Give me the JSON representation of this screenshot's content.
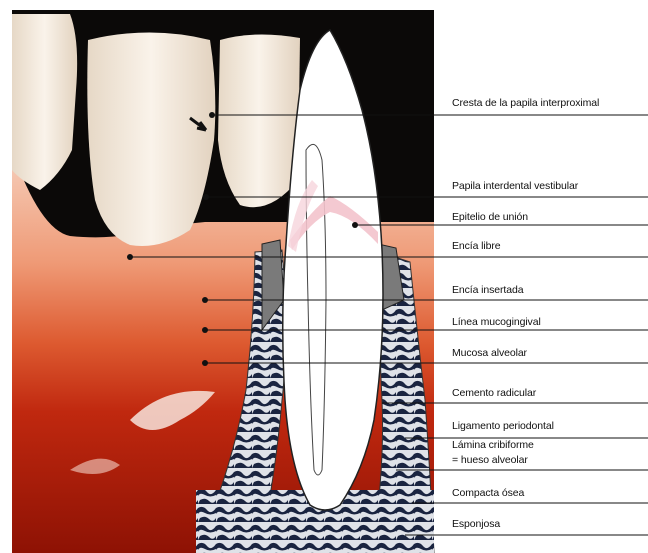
{
  "labels": [
    "Cresta de la papila interproximal",
    "Papila interdental vestibular",
    "Epitelio de unión",
    "Encía libre",
    "Encía insertada",
    "Línea mucogingival",
    "Mucosa alveolar",
    "Cemento radicular",
    "Ligamento periodontal",
    "Lámina cribiforme",
    "= hueso alveolar",
    "Compacta ósea",
    "Esponjosa"
  ],
  "colors": {
    "background": "#ffffff",
    "tooth": "#f2e8dc",
    "gingiva_pink": "#f0b8a0",
    "mucosa_red": "#b01a08",
    "dark_background": "#0b0908",
    "bone_dark": "#1a2440",
    "ligament_grey": "#707070"
  }
}
